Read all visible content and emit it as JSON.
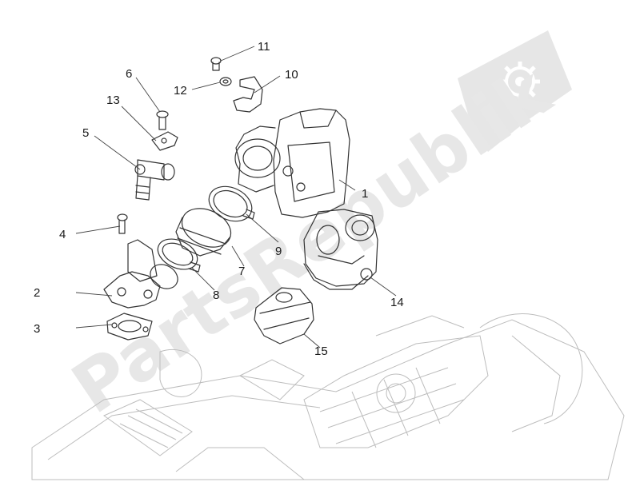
{
  "watermark": {
    "text": "PartsRepublik",
    "color": "#e6e6e6",
    "icon": "gear-flag-icon"
  },
  "parts": [
    {
      "number": "1"
    },
    {
      "number": "2"
    },
    {
      "number": "3"
    },
    {
      "number": "4"
    },
    {
      "number": "5"
    },
    {
      "number": "6"
    },
    {
      "number": "7"
    },
    {
      "number": "8"
    },
    {
      "number": "9"
    },
    {
      "number": "10"
    },
    {
      "number": "11"
    },
    {
      "number": "12"
    },
    {
      "number": "13"
    },
    {
      "number": "14"
    },
    {
      "number": "15"
    }
  ],
  "colors": {
    "line": "#333333",
    "background_engine": "#c4c4c4"
  }
}
